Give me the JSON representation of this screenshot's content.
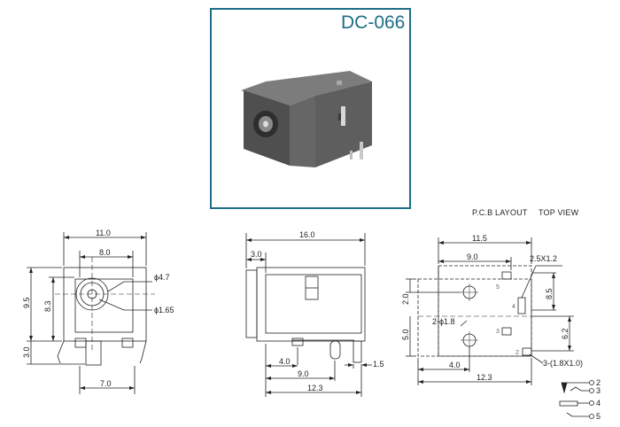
{
  "product": {
    "model": "DC-066",
    "photo_icon": "dc-jack-photo"
  },
  "pcb": {
    "layout_label": "P.C.B LAYOUT",
    "view_label": "TOP VIEW"
  },
  "front_view": {
    "width_total": "11.0",
    "width_inner": "8.0",
    "hole_outer": "ϕ4.7",
    "pin_dia": "ϕ1.65",
    "height_body": "9.5",
    "height_center": "8.3",
    "pin_length": "3.0",
    "pin_spacing": "7.0"
  },
  "side_view": {
    "length_total": "16.0",
    "front_step": "3.0",
    "pin_offset": "4.0",
    "pin_gap": "1.5",
    "length_9": "9.0",
    "length_12": "12.3"
  },
  "pcb_layout": {
    "width_total": "11.5",
    "width_9": "9.0",
    "slot": "2.5X1.2",
    "dim_2": "2.0",
    "dim_85": "8.5",
    "hole": "2-ϕ1.8",
    "dim_5": "5.0",
    "dim_62": "6.2",
    "dim_4": "4.0",
    "dim_123": "12.3",
    "slots_3": "3-(1.8X1.0)",
    "pin_5": "5",
    "pin_4": "4",
    "pin_3": "3",
    "pin_2": "2"
  },
  "schematic": {
    "pins": [
      "2",
      "3",
      "4",
      "5"
    ]
  }
}
